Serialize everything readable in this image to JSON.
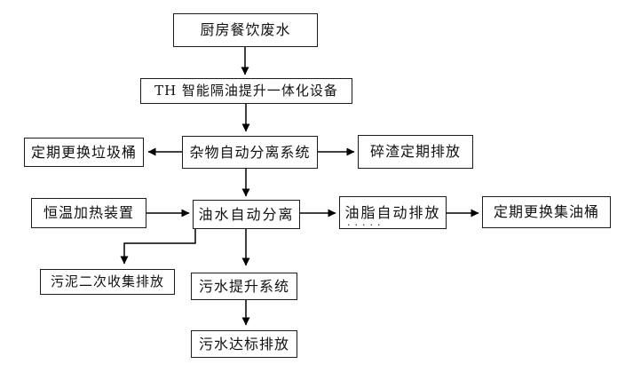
{
  "diagram": {
    "kind": "flowchart",
    "colors": {
      "background": "#ffffff",
      "box_fill": "#ffffff",
      "box_border": "#1c1c1c",
      "line": "#000000",
      "text": "#111111"
    },
    "nodes": {
      "kitchen": {
        "label": "厨房餐饮废水"
      },
      "device": {
        "label": "TH 智能隔油提升一体化设备"
      },
      "debris": {
        "label": "杂物自动分离系统"
      },
      "trash": {
        "label": "定期更换垃圾桶"
      },
      "residue": {
        "label": "碎渣定期排放"
      },
      "heater": {
        "label": "恒温加热装置"
      },
      "oilwater": {
        "label": "油水自动分离"
      },
      "grease": {
        "label": "油脂自动排放",
        "emphasis_dots": "·····"
      },
      "oildrum": {
        "label": "定期更换集油桶"
      },
      "sludge": {
        "label": "污泥二次收集排放"
      },
      "lift": {
        "label": "污水提升系统"
      },
      "discharge": {
        "label": "污水达标排放"
      }
    },
    "edges": [
      {
        "from": "kitchen",
        "to": "device"
      },
      {
        "from": "device",
        "to": "debris"
      },
      {
        "from": "debris",
        "to": "trash"
      },
      {
        "from": "debris",
        "to": "residue"
      },
      {
        "from": "debris",
        "to": "oilwater"
      },
      {
        "from": "heater",
        "to": "oilwater"
      },
      {
        "from": "oilwater",
        "to": "grease"
      },
      {
        "from": "grease",
        "to": "oildrum"
      },
      {
        "from": "oilwater",
        "to": "lift"
      },
      {
        "from": "oilwater",
        "to": "sludge"
      },
      {
        "from": "lift",
        "to": "discharge"
      }
    ]
  }
}
